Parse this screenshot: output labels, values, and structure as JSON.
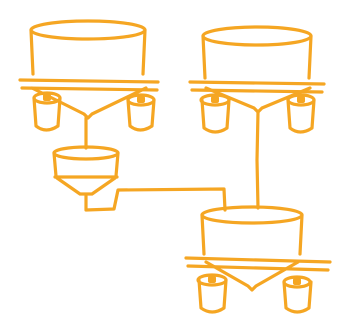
{
  "illustration": {
    "subject": "hopper-network-drawing",
    "colors": {
      "ink": "#F5A623",
      "background": "#FFFFFF"
    },
    "units": [
      {
        "id": "hopper-top-left",
        "kind": "large-hopper",
        "side_cups": 2
      },
      {
        "id": "hopper-top-right",
        "kind": "large-hopper",
        "side_cups": 2
      },
      {
        "id": "hopper-middle-left",
        "kind": "small-hopper",
        "side_cups": 0
      },
      {
        "id": "hopper-bottom-right",
        "kind": "large-hopper",
        "side_cups": 2
      }
    ]
  }
}
